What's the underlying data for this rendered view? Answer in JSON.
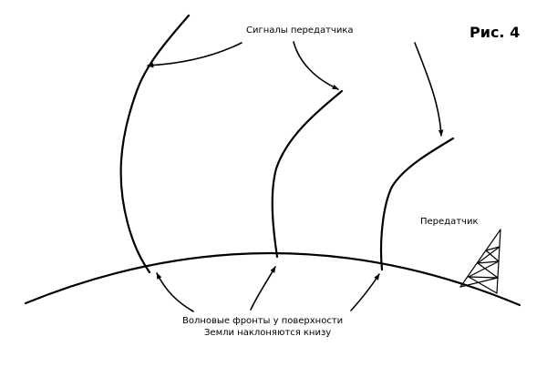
{
  "figure_label": "Рис. 4",
  "labels": {
    "signals": "Сигналы передатчика",
    "transmitter": "Передатчик",
    "wavefronts_line1": "Волновые фронты у поверхности",
    "wavefronts_line2": "Земли наклоняются книзу"
  }
}
